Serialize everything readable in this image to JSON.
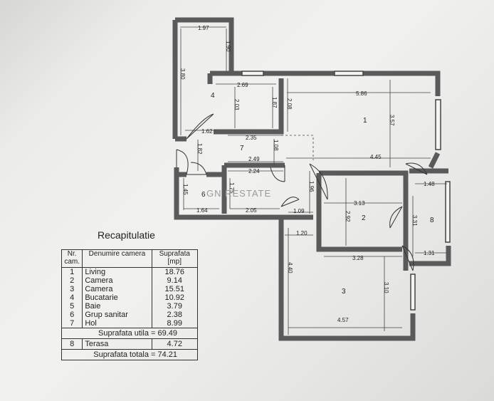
{
  "rooms": [
    {
      "number": "1",
      "name": "Living",
      "area": "18.76"
    },
    {
      "number": "2",
      "name": "Camera",
      "area": "9.14"
    },
    {
      "number": "3",
      "name": "Camera",
      "area": "15.51"
    },
    {
      "number": "4",
      "name": "Bucatarie",
      "area": "10.92"
    },
    {
      "number": "5",
      "name": "Baie",
      "area": "3.79"
    },
    {
      "number": "6",
      "name": "Grup sanitar",
      "area": "2.38"
    },
    {
      "number": "7",
      "name": "Hol",
      "area": "8.99"
    }
  ],
  "recap": {
    "title": "Recapitulatie",
    "col_nr": "Nr. cam.",
    "col_name": "Denumire camera",
    "col_area": "Suprafata [mp]",
    "useful_label": "Suprafata utila = 69.49",
    "terrace_number": "8",
    "terrace_name": "Terasa",
    "terrace_area": "4.72",
    "total_label": "Suprafata totala = 74.21"
  },
  "dimensions": {
    "d197": "1.97",
    "d190": "1.90",
    "d380": "3.80",
    "d269": "2.69",
    "d203": "2.03",
    "d187": "1.87",
    "d208": "2.08",
    "d586": "5.86",
    "d357": "3.57",
    "d162": "1.62",
    "d235": "2.35",
    "d182": "1.82",
    "d108": "1.08",
    "d445": "4.45",
    "d249": "2.49",
    "d224": "2.24",
    "d145": "1.45",
    "d164": "1.64",
    "d175": "1.75",
    "d205": "2.05",
    "d196": "1.96",
    "d313": "3.13",
    "d148": "1.48",
    "d292": "2.92",
    "d109": "1.09",
    "d331": "3.31",
    "d120": "1.20",
    "d328": "3.28",
    "d131": "1.31",
    "d440": "4.40",
    "d310": "3.10",
    "d457": "4.57"
  },
  "room_labels": {
    "r1": "1",
    "r2": "2",
    "r3": "3",
    "r4": "4",
    "r6": "6",
    "r7": "7",
    "r8": "8"
  },
  "watermark": "GN RESTATE"
}
